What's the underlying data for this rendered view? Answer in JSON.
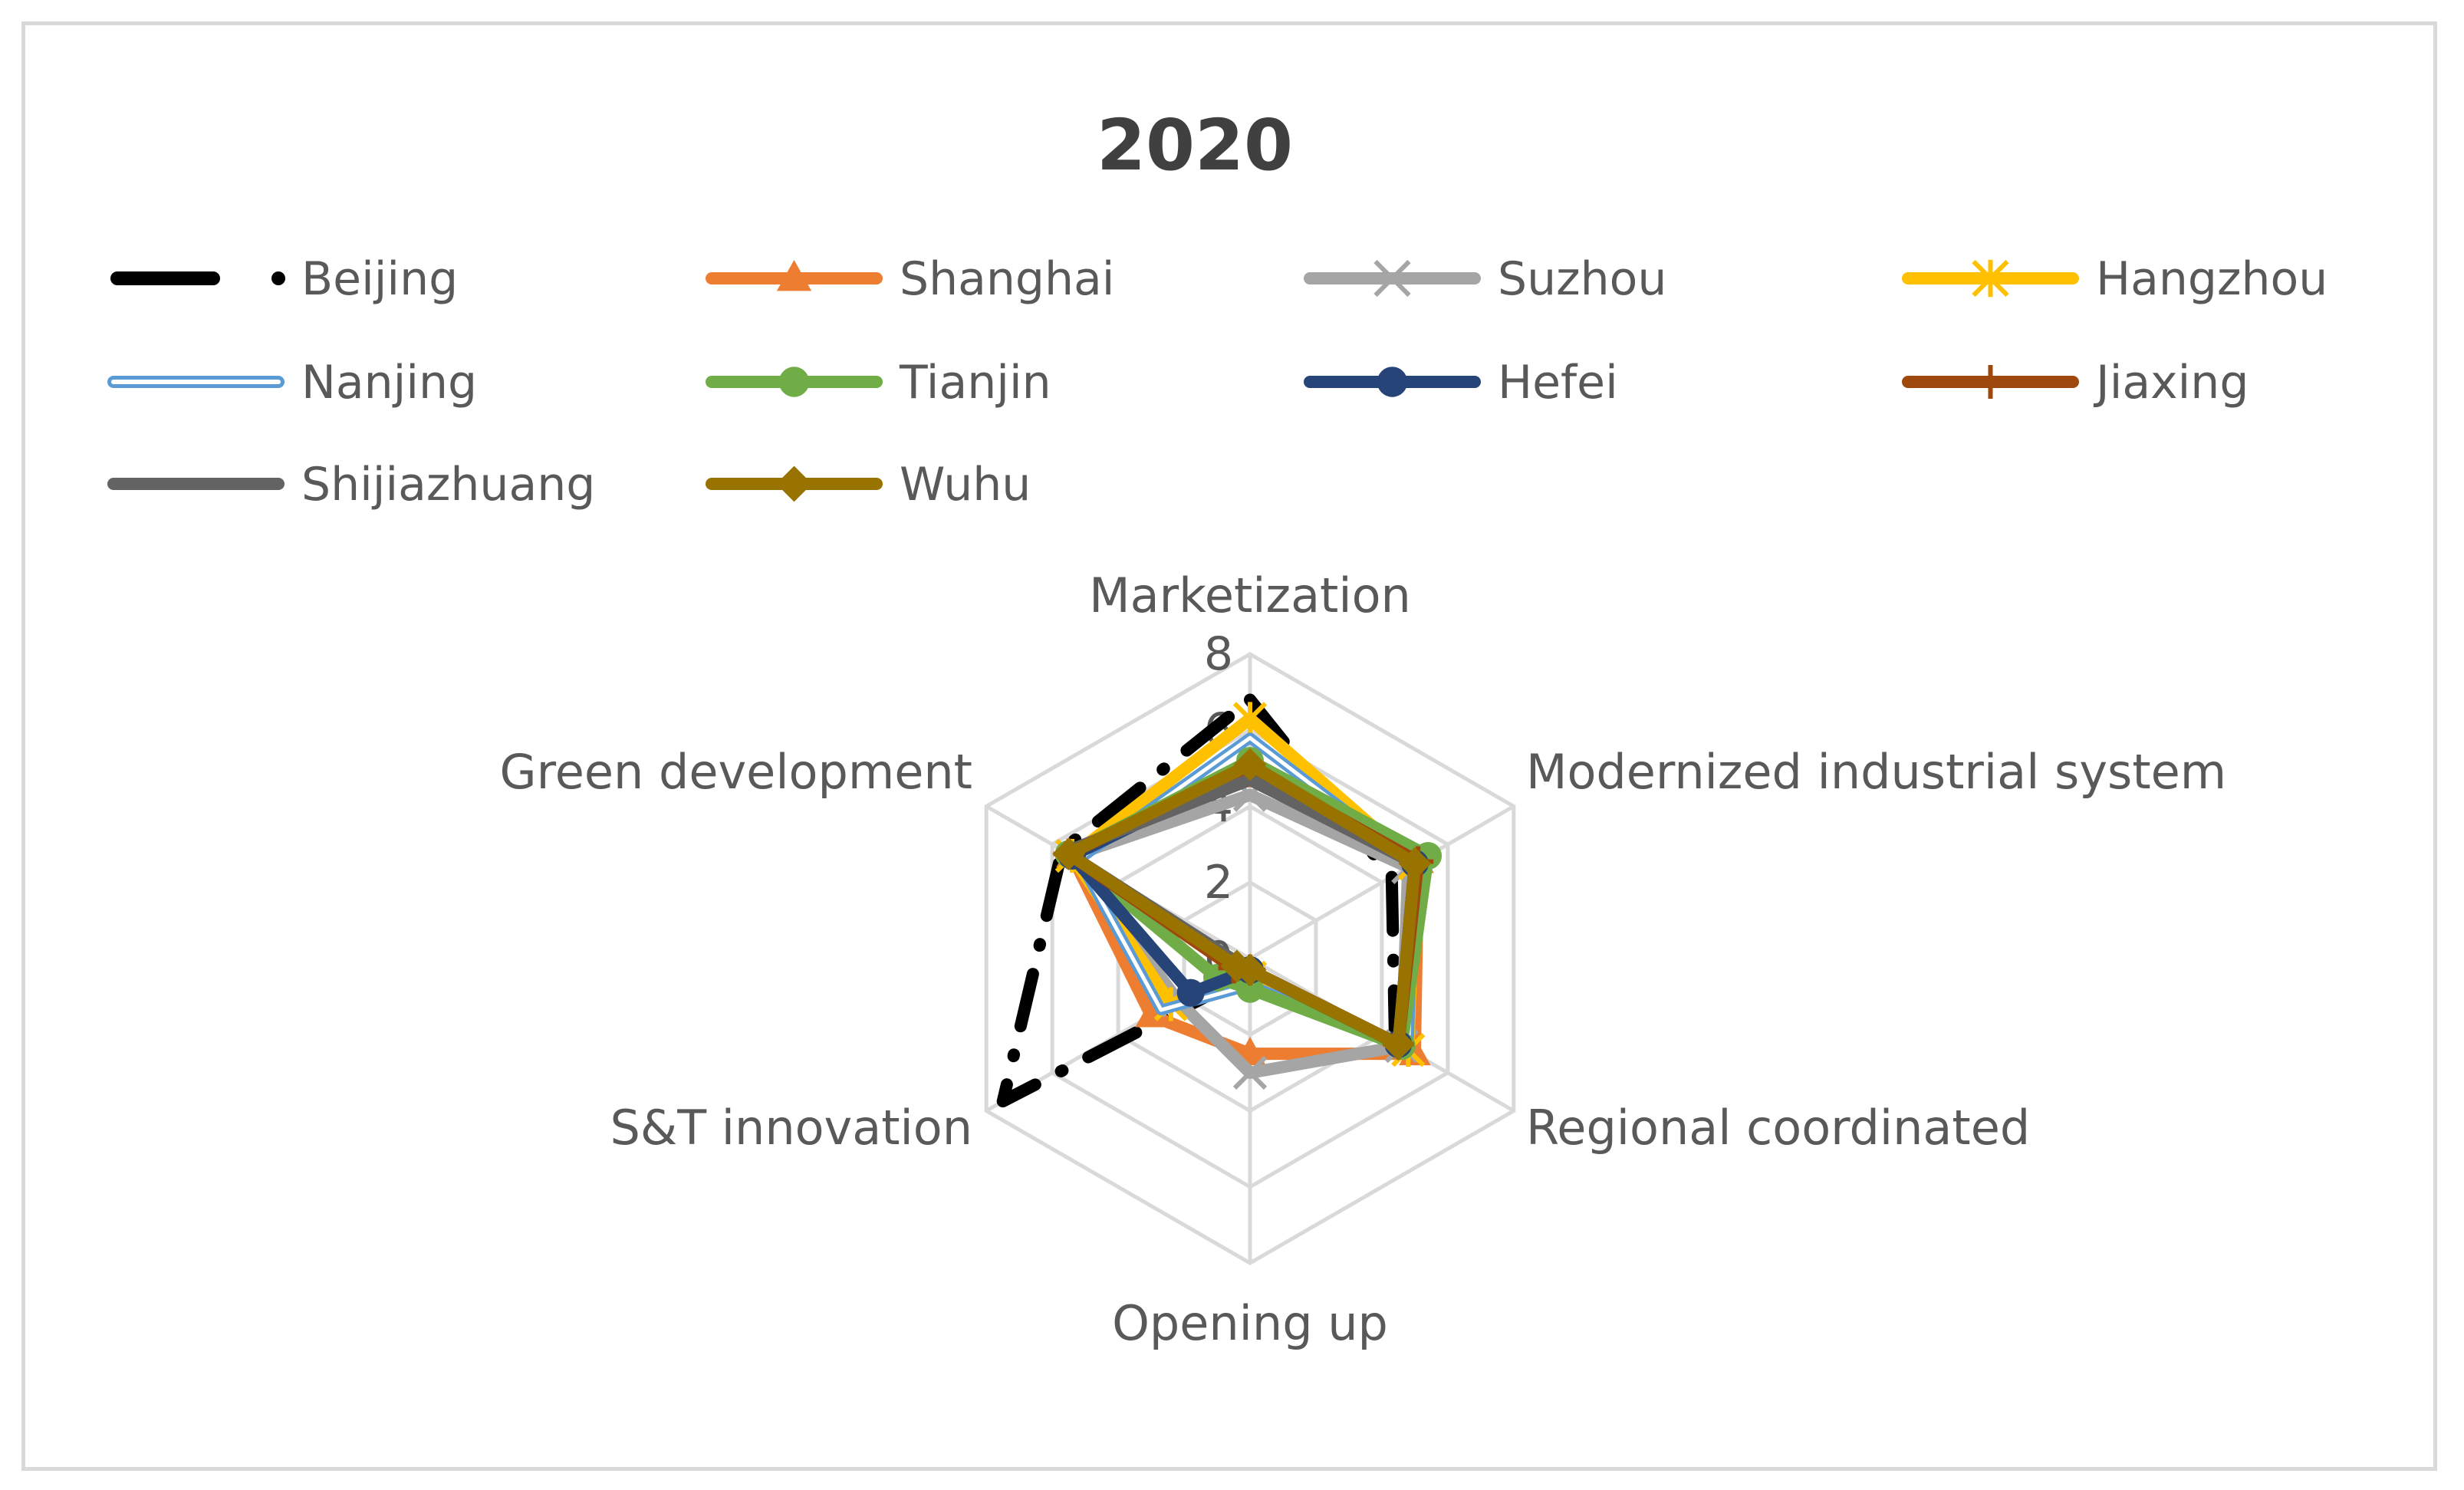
{
  "chart_data": {
    "type": "radar",
    "title": "2020",
    "categories": [
      "Marketization",
      "Modernized industrial system",
      "Regional coordinated",
      "Opening up",
      "S&T innovation",
      "Green development"
    ],
    "rlim": [
      0,
      8
    ],
    "ticks": [
      "0",
      "2",
      "4",
      "6",
      "8"
    ],
    "grid": true,
    "legend_position": "top",
    "series": [
      {
        "name": "Beijing",
        "color": "#000000",
        "style": "dash-dot",
        "marker": "none",
        "values": [
          6.8,
          4.3,
          4.4,
          0.4,
          7.5,
          5.7
        ]
      },
      {
        "name": "Shanghai",
        "color": "#ED7D31",
        "style": "solid",
        "marker": "triangle",
        "values": [
          4.8,
          5.1,
          5.0,
          2.5,
          3.0,
          5.4
        ]
      },
      {
        "name": "Suzhou",
        "color": "#A5A5A5",
        "style": "solid",
        "marker": "x",
        "values": [
          4.3,
          4.8,
          4.6,
          3.0,
          2.2,
          5.4
        ]
      },
      {
        "name": "Hangzhou",
        "color": "#FFC000",
        "style": "solid",
        "marker": "asterisk",
        "values": [
          6.3,
          5.0,
          4.8,
          0.5,
          2.4,
          5.4
        ]
      },
      {
        "name": "Nanjing",
        "color": "#5B9BD5",
        "style": "double",
        "marker": "none",
        "values": [
          5.8,
          5.0,
          4.8,
          0.7,
          2.7,
          5.2
        ]
      },
      {
        "name": "Tianjin",
        "color": "#70AD47",
        "style": "solid",
        "marker": "circle",
        "values": [
          5.2,
          5.4,
          4.6,
          0.8,
          1.0,
          5.5
        ]
      },
      {
        "name": "Hefei",
        "color": "#264478",
        "style": "solid",
        "marker": "circle",
        "values": [
          5.0,
          5.0,
          4.5,
          0.3,
          1.8,
          5.4
        ]
      },
      {
        "name": "Jiaxing",
        "color": "#9E480E",
        "style": "solid",
        "marker": "plus",
        "values": [
          5.0,
          5.1,
          4.5,
          0.3,
          0.5,
          5.5
        ]
      },
      {
        "name": "Shijiazhuang",
        "color": "#636363",
        "style": "solid",
        "marker": "none",
        "values": [
          4.7,
          5.0,
          4.5,
          0.3,
          0.3,
          5.6
        ]
      },
      {
        "name": "Wuhu",
        "color": "#997300",
        "style": "solid",
        "marker": "diamond",
        "values": [
          5.1,
          5.0,
          4.5,
          0.3,
          0.4,
          5.5
        ]
      }
    ]
  }
}
